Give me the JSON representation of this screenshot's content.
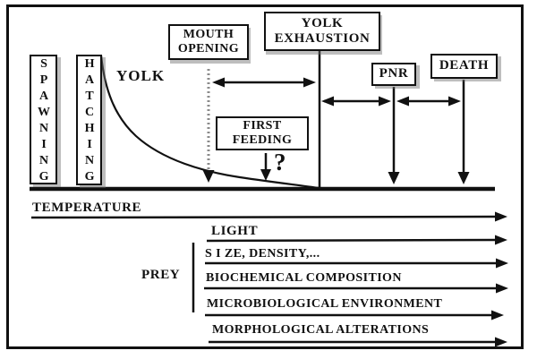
{
  "figure": {
    "title_hint": "larval development timeline diagram",
    "stages": {
      "spawning": "SPAWNING",
      "hatching": "HATCHING",
      "yolk": "YOLK",
      "mouth_opening": "MOUTH OPENING",
      "yolk_exhaustion": "YOLK EXHAUSTION",
      "first_feeding": "FIRST FEEDING",
      "pnr": "PNR",
      "death": "DEATH",
      "uncertainty": "?"
    },
    "factors": {
      "temperature": "TEMPERATURE",
      "light": "LIGHT",
      "prey": "PREY",
      "prey_items": [
        "S I ZE, DENSITY,...",
        "BIOCHEMICAL COMPOSITION",
        "MICROBIOLOGICAL ENVIRONMENT"
      ],
      "morphological": "MORPHOLOGICAL ALTERATIONS"
    },
    "colors": {
      "ink": "#111111",
      "paper": "#ffffff",
      "stipple": "#8a8a8a"
    }
  }
}
